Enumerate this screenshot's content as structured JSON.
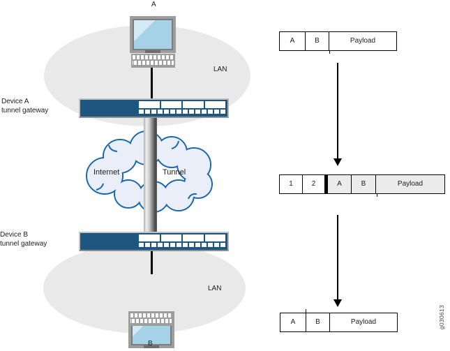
{
  "figure_id": "g030613",
  "topology": {
    "host_a": "A",
    "host_b": "B",
    "lan_top": "LAN",
    "lan_bottom": "LAN",
    "device_a": [
      "Device A",
      "tunnel gateway"
    ],
    "device_b": [
      "Device B",
      "tunnel gateway"
    ],
    "internet": "Internet",
    "tunnel": "Tunnel"
  },
  "packets": [
    {
      "name": "original-packet",
      "cells": [
        "A",
        "B",
        "Payload"
      ]
    },
    {
      "name": "encapsulated-packet",
      "cells": [
        "1",
        "2",
        "A",
        "B",
        "Payload"
      ]
    },
    {
      "name": "delivered-packet",
      "cells": [
        "A",
        "B",
        "Payload"
      ]
    }
  ],
  "colors": {
    "device_blue": "#1d567e",
    "cloud_fill": "#eaeef9",
    "cloud_stroke": "#1766ae",
    "lan_ellipse": "#e9e9e9",
    "screen_blue": "#a6d2e8",
    "screen_highlight": "#d3e9f4",
    "frame_gray": "#9d9d9d",
    "encap_cell": "#ececec",
    "ink": "#1b1b1b"
  }
}
